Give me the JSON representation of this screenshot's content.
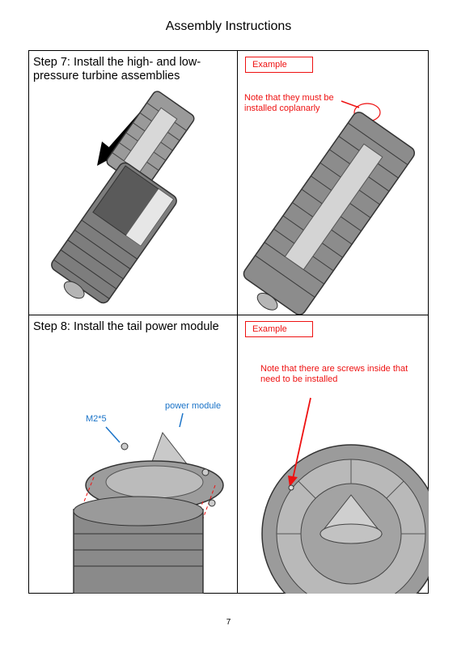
{
  "page": {
    "title": "Assembly Instructions",
    "number": "7"
  },
  "step7": {
    "title": "Step 7: Install the high- and low-pressure turbine assemblies",
    "example_label": "Example",
    "note": "Note that they must be installed coplanarly"
  },
  "step8": {
    "title": "Step 8: Install the tail power module",
    "screw_label": "M2*5",
    "module_label": "power module",
    "example_label": "Example",
    "note": "Note that there are screws inside that need to be installed"
  },
  "colors": {
    "annotation_red": "#e11111",
    "label_blue": "#1a73c8"
  }
}
